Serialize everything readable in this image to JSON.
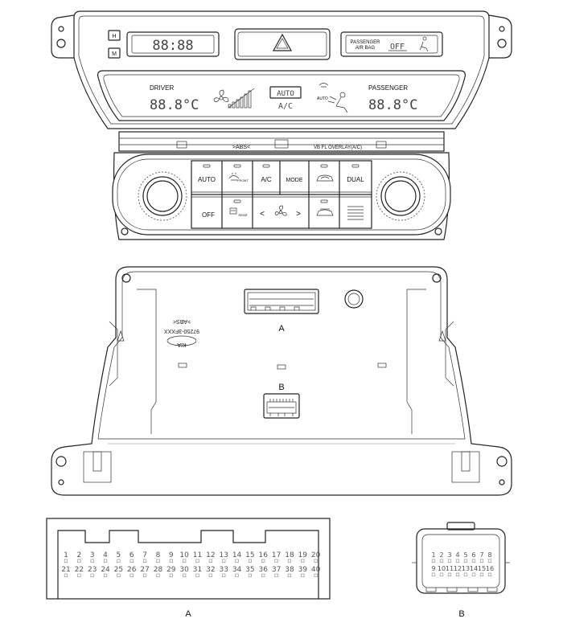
{
  "front_panel": {
    "h_button": "H",
    "m_button": "M",
    "clock": "88:88",
    "airbag_line1": "PASSENGER",
    "airbag_line2": "AIR BAG",
    "airbag_state": "OFF",
    "driver_label": "DRIVER",
    "passenger_label": "PASSENGER",
    "driver_temp": "88.8°C",
    "passenger_temp": "88.8°C",
    "auto_display": "AUTO",
    "ac_display": "A/C",
    "vent_auto": "AUTO",
    "strip_left": ">ABS<",
    "strip_right": "VB FL OVERLAY(A/C)"
  },
  "control_buttons": {
    "auto": "AUTO",
    "front_defrost": "FRONT",
    "ac": "A/C",
    "mode": "MODE",
    "dual": "DUAL",
    "off": "OFF",
    "rear_defrost": "REAR",
    "fan_left": "<",
    "fan_right": ">"
  },
  "rear_housing": {
    "mark_abs": ">ABS<",
    "part_number": "97250-3FXXX",
    "logo": "KIA",
    "label_a": "A",
    "label_b": "B"
  },
  "connector_a": {
    "label": "A",
    "pins_top": [
      "1",
      "2",
      "3",
      "4",
      "5",
      "6",
      "7",
      "8",
      "9",
      "10",
      "11",
      "12",
      "13",
      "14",
      "15",
      "16",
      "17",
      "18",
      "19",
      "20"
    ],
    "pins_bottom": [
      "21",
      "22",
      "23",
      "24",
      "25",
      "26",
      "27",
      "28",
      "29",
      "30",
      "31",
      "32",
      "33",
      "34",
      "35",
      "36",
      "37",
      "38",
      "39",
      "40"
    ]
  },
  "connector_b": {
    "label": "B",
    "pins_top": [
      "1",
      "2",
      "3",
      "4",
      "5",
      "6",
      "7",
      "8"
    ],
    "pins_bottom": [
      "9",
      "10",
      "11",
      "12",
      "13",
      "14",
      "15",
      "16"
    ]
  }
}
